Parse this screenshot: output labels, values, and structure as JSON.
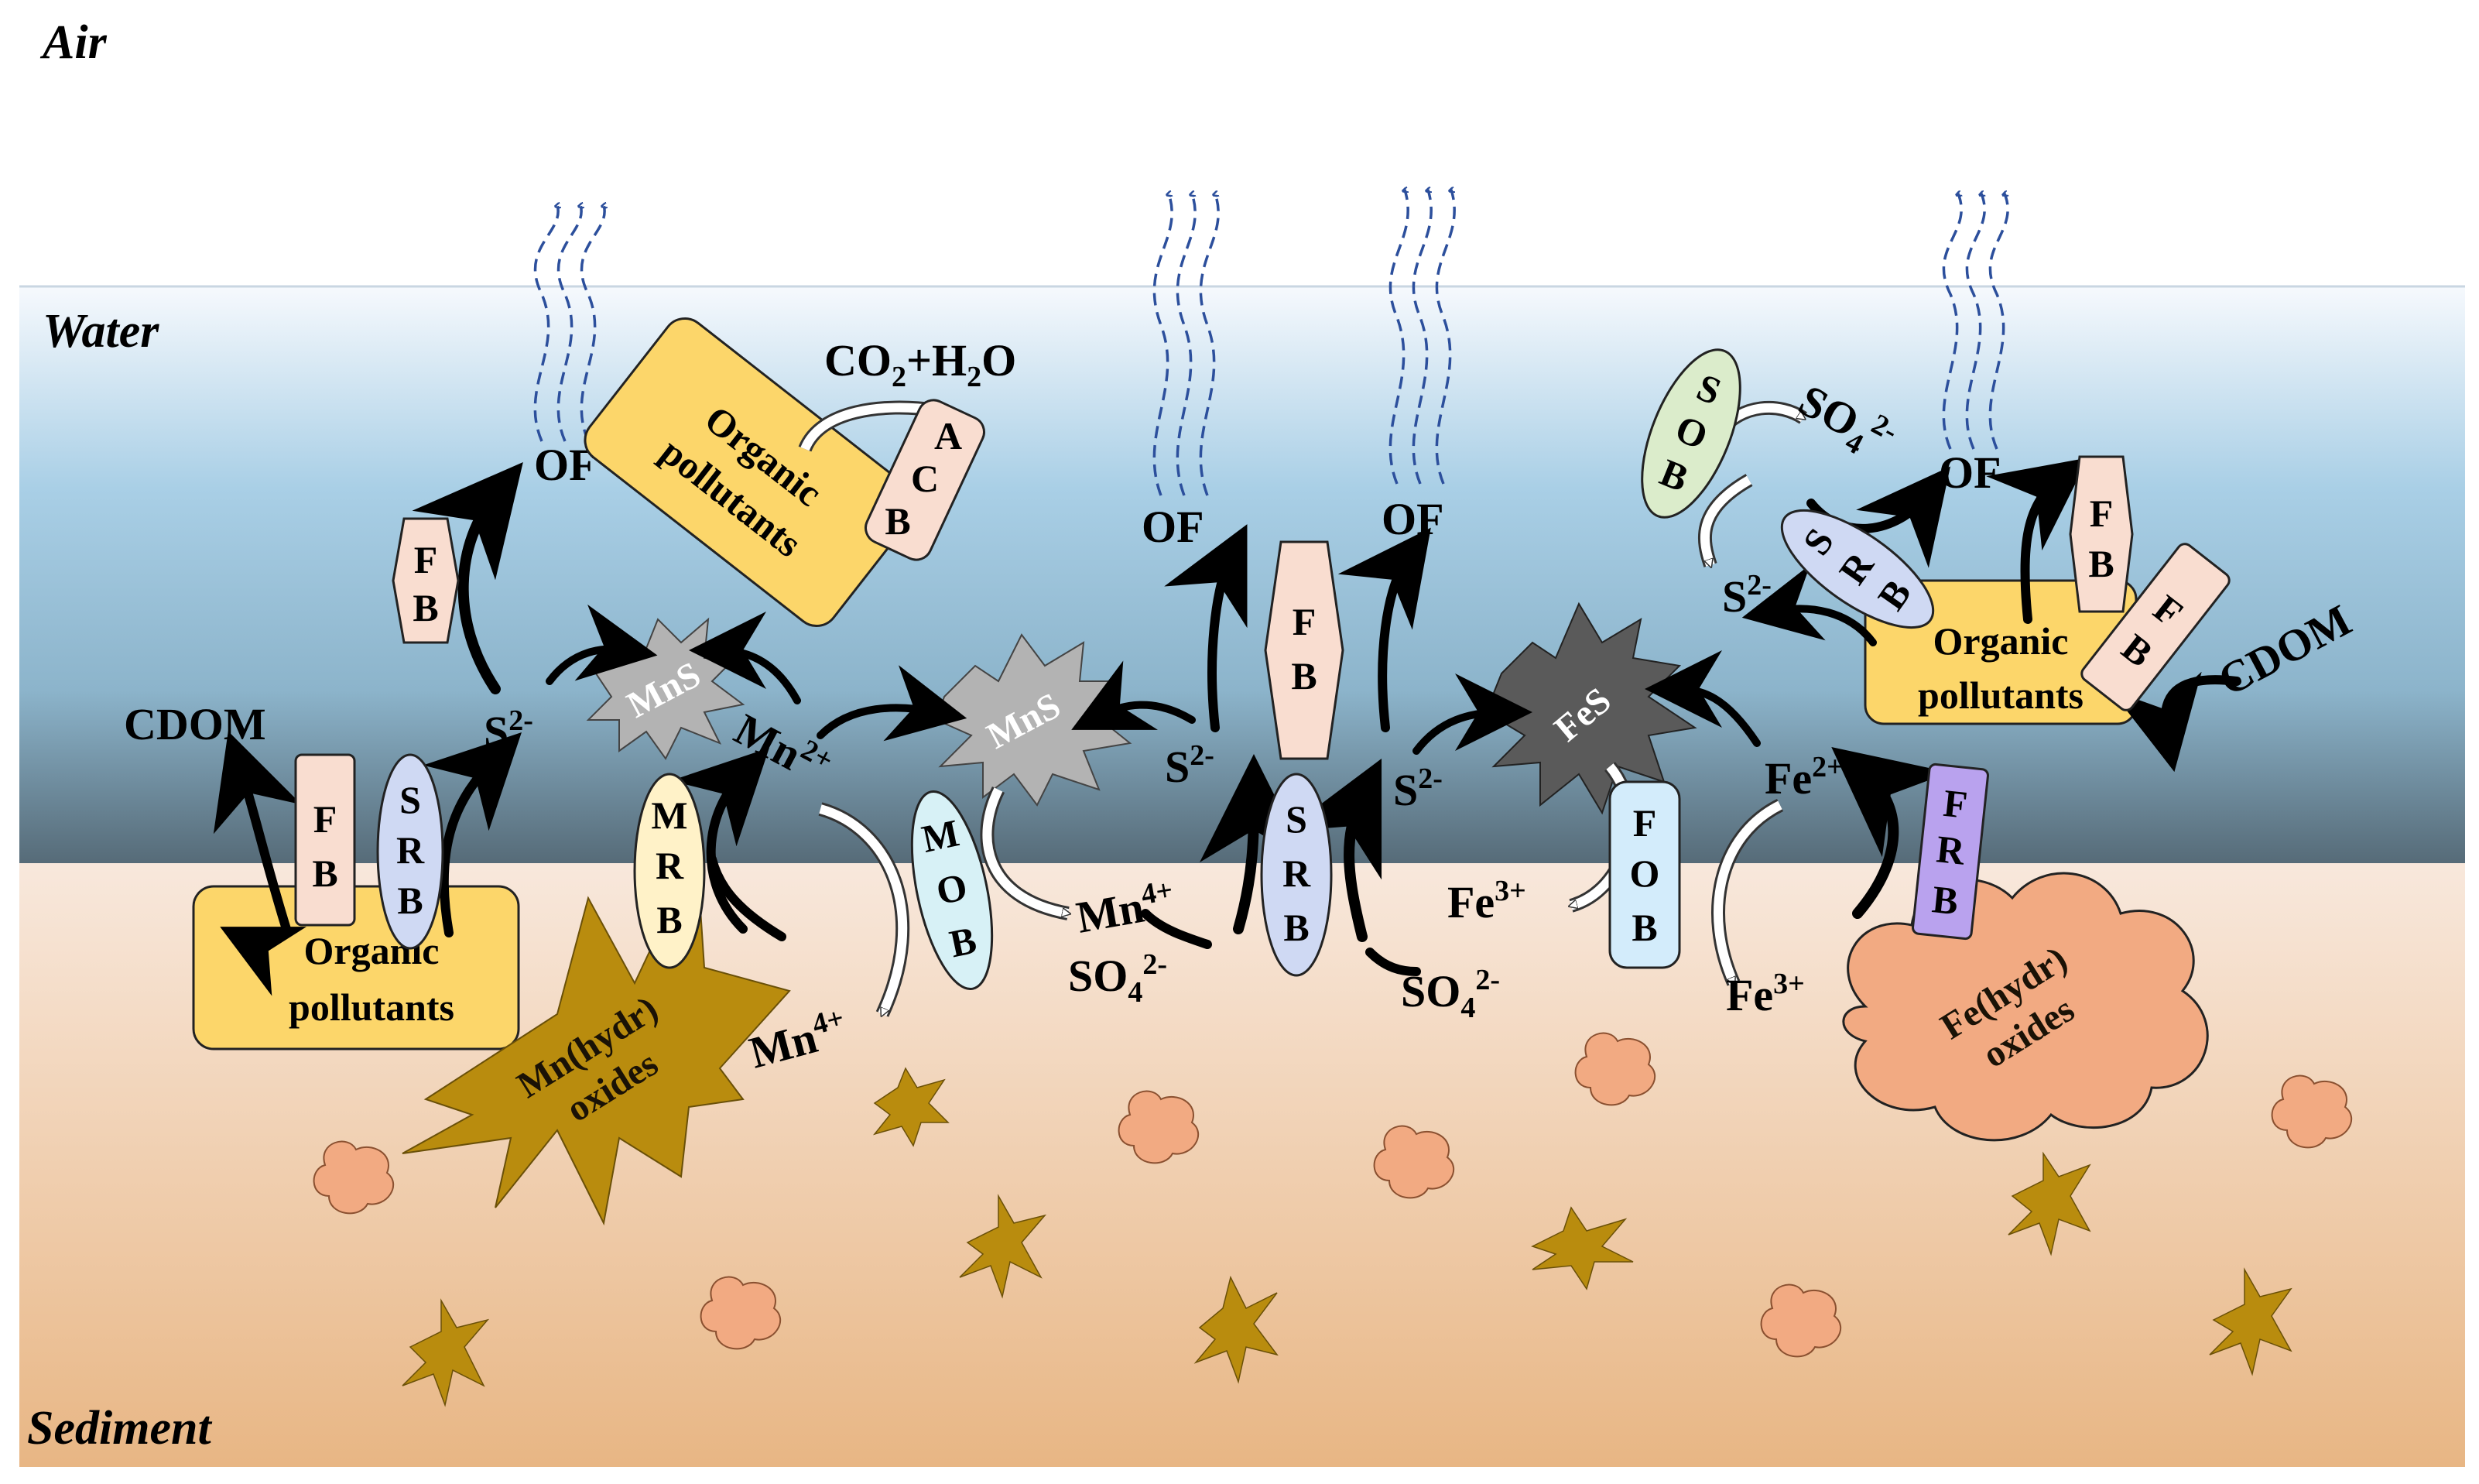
{
  "zones": {
    "air": "Air",
    "water": "Water",
    "sediment": "Sediment"
  },
  "gas": {
    "of": "OF"
  },
  "species": {
    "cdom": "CDOM",
    "co2": "CO",
    "co2_sub": "2",
    "h2o_plus": "+H",
    "h2o_sub": "2",
    "h2o_o": "O",
    "s": "S",
    "s_sup": "2-",
    "mn": "Mn",
    "mn2_sup": "2+",
    "mn4_sup": "4+",
    "fe": "Fe",
    "fe2_sup": "2+",
    "fe3_sup": "3+",
    "so": "SO",
    "so4_sub": "4",
    "so4_sup": "2-"
  },
  "bacteria": {
    "fb": [
      "F",
      "B"
    ],
    "srb": [
      "S",
      "R",
      "B"
    ],
    "mrb": [
      "M",
      "R",
      "B"
    ],
    "mob": [
      "M",
      "O",
      "B"
    ],
    "fob": [
      "F",
      "O",
      "B"
    ],
    "frb": [
      "F",
      "R",
      "B"
    ],
    "sob": [
      "S",
      "O",
      "B"
    ],
    "acb": [
      "A",
      "C",
      "B"
    ]
  },
  "compounds": {
    "mns": "MnS",
    "fes": "FeS"
  },
  "boxes": {
    "organic": [
      "Organic",
      "pollutants"
    ]
  },
  "oxides": {
    "mn": [
      "Mn(hydr)",
      "oxides"
    ],
    "fe": [
      "Fe(hydr)",
      "oxides"
    ]
  },
  "colors": {
    "air": "#ffffff",
    "water_top": "#f4f8fc",
    "water_mid": "#a9cfe6",
    "water_bottom": "#5b7380",
    "sediment_top": "#f7e7da",
    "sediment_bottom": "#e9b887",
    "organic_box": "#fcd66a",
    "fb": "#f9ddd0",
    "srb": "#cfd9f3",
    "mrb": "#fff2c8",
    "mob": "#d7f1f6",
    "fob": "#d3ecfb",
    "frb": "#b9a2ee",
    "sob": "#dbeccb",
    "mns": "#b3b3b3",
    "fes": "#5a5a5a",
    "mn_oxide": "#b98c0e",
    "fe_oxide": "#f2aa82",
    "gas_arrow": "#2c4f9c"
  }
}
